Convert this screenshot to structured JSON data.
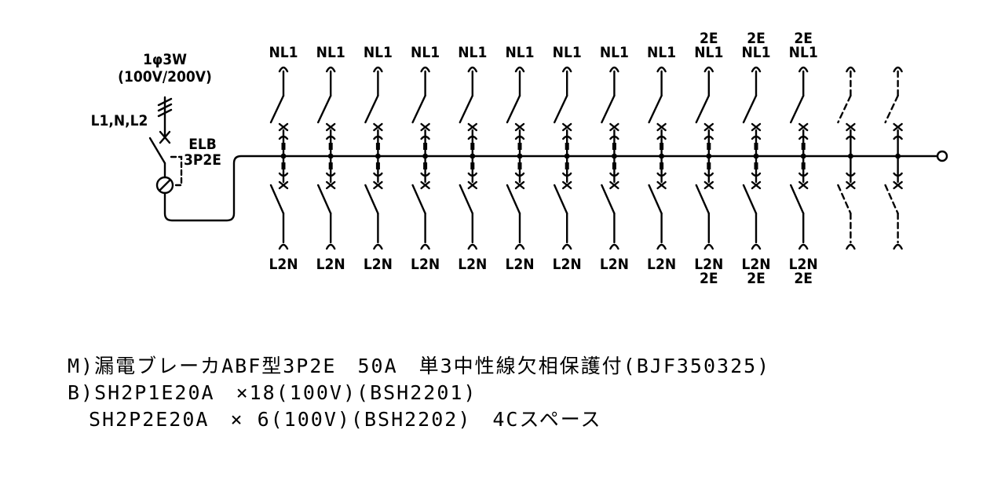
{
  "main_breaker": {
    "supply": "1φ3W",
    "voltage": "(100V/200V)",
    "lines": "L1,N,L2",
    "type": "ELB",
    "poles": "3P2E"
  },
  "branches": [
    {
      "top": [
        "NL1"
      ],
      "bottom": [
        "L2N"
      ],
      "spare": false
    },
    {
      "top": [
        "NL1"
      ],
      "bottom": [
        "L2N"
      ],
      "spare": false
    },
    {
      "top": [
        "NL1"
      ],
      "bottom": [
        "L2N"
      ],
      "spare": false
    },
    {
      "top": [
        "NL1"
      ],
      "bottom": [
        "L2N"
      ],
      "spare": false
    },
    {
      "top": [
        "NL1"
      ],
      "bottom": [
        "L2N"
      ],
      "spare": false
    },
    {
      "top": [
        "NL1"
      ],
      "bottom": [
        "L2N"
      ],
      "spare": false
    },
    {
      "top": [
        "NL1"
      ],
      "bottom": [
        "L2N"
      ],
      "spare": false
    },
    {
      "top": [
        "NL1"
      ],
      "bottom": [
        "L2N"
      ],
      "spare": false
    },
    {
      "top": [
        "NL1"
      ],
      "bottom": [
        "L2N"
      ],
      "spare": false
    },
    {
      "top": [
        "2E",
        "NL1"
      ],
      "bottom": [
        "L2N",
        "2E"
      ],
      "spare": false
    },
    {
      "top": [
        "2E",
        "NL1"
      ],
      "bottom": [
        "L2N",
        "2E"
      ],
      "spare": false
    },
    {
      "top": [
        "2E",
        "NL1"
      ],
      "bottom": [
        "L2N",
        "2E"
      ],
      "spare": false
    },
    {
      "top": [],
      "bottom": [],
      "spare": true
    },
    {
      "top": [],
      "bottom": [],
      "spare": true
    }
  ],
  "notes": [
    "M)漏電ブレーカABF型3P2E　50A　単3中性線欠相保護付(BJF350325)",
    "B)SH2P1E20A　×18(100V)(BSH2201)",
    "　SH2P2E20A　× 6(100V)(BSH2202)　4Cスペース"
  ]
}
